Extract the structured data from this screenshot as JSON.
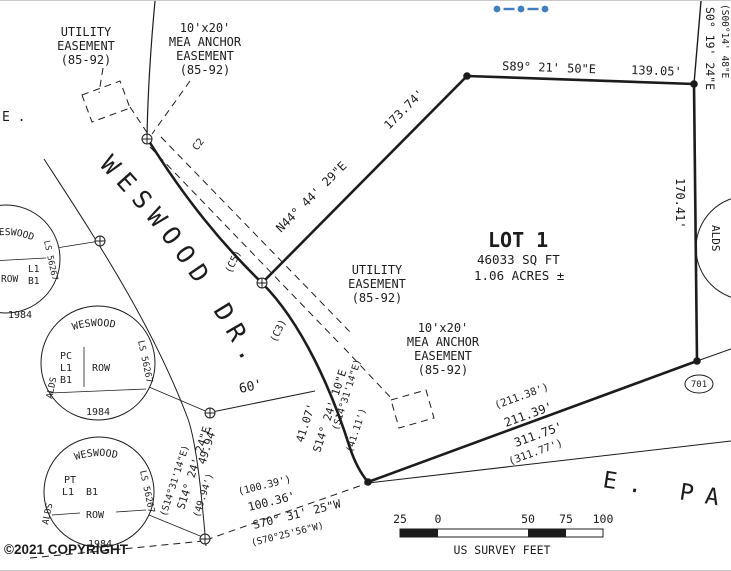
{
  "colors": {
    "ink": "#1c1c1c",
    "annotation_blue": "#3f7fc1",
    "paper": "#ffffff"
  },
  "watermark": {
    "copyright": "©2021 COPYRIGHT"
  },
  "lot": {
    "name": "LOT 1",
    "area_sqft": "46033 SQ FT",
    "area_acres": "1.06 ACRES ±"
  },
  "streets": {
    "weswood": "WESWOOD  DR.",
    "east_park_partial": "E. PA",
    "width_label": "60'",
    "left_fragment": "E ."
  },
  "easements": {
    "utility_top": {
      "l1": "UTILITY",
      "l2": "EASEMENT",
      "l3": "(85-92)"
    },
    "anchor_top": {
      "l1": "10'x20'",
      "l2": "MEA ANCHOR",
      "l3": "EASEMENT",
      "l4": "(85-92)"
    },
    "utility_mid": {
      "l1": "UTILITY",
      "l2": "EASEMENT",
      "l3": "(85-92)"
    },
    "anchor_mid": {
      "l1": "10'x20'",
      "l2": "MEA ANCHOR",
      "l3": "EASEMENT",
      "l4": "(85-92)"
    }
  },
  "dimensions": {
    "north_line": {
      "bearing": "S89° 21' 50\"E",
      "distance": "139.05'"
    },
    "nw_line": {
      "bearing": "N44° 44' 29\"E",
      "distance": "173.74'"
    },
    "east_line": {
      "distance": "170.41'"
    },
    "right_edge_bearing": "S0° 19' 24\"E",
    "right_edge_bearing_paren": "(S00°14' 48\"E",
    "south_line": {
      "d1_paren": "(211.38')",
      "d1": "211.39'",
      "d2": "311.75'",
      "d2_paren": "(311.77')"
    },
    "curve_a": {
      "bearing": "S14° 24' 10\"E",
      "distance": "41.07'",
      "bearing_paren": "(S14°31'14\"E)",
      "distance_paren": "(41.11')"
    },
    "curve_b": {
      "bearing": "S14° 24' 24\"E",
      "distance": "49.94'",
      "bearing_paren": "(S14°31'14\"E)",
      "distance_paren": "(49.94')"
    },
    "sw_line": {
      "bearing": "S70° 31' 25\"W",
      "bearing_paren": "(S70°25'56\"W)",
      "distance": "100.36'",
      "distance_paren": "(100.39')"
    },
    "curve_tags": {
      "t1": "C2",
      "t2": "(C5)",
      "t3": "(C3)"
    }
  },
  "monuments": {
    "detail_1": {
      "street": "WESWOOD",
      "row": "ROW",
      "lot": "L1",
      "block": "B1",
      "ls": "LS 56267",
      "year": "1984"
    },
    "detail_2": {
      "street": "WESWOOD",
      "point": "PC",
      "lot": "L1",
      "block": "B1",
      "row": "ROW",
      "alds": "ALDS",
      "ls": "LS 56267",
      "year": "1984"
    },
    "detail_3": {
      "street": "WESWOOD",
      "point": "PT",
      "lot": "L1",
      "block": "B1",
      "row": "ROW",
      "alds": "ALDS",
      "ls": "LS 56267",
      "year": "1984"
    },
    "detail_right": {
      "alds": "ALDS"
    },
    "ref_marker": "701"
  },
  "scale_bar": {
    "t25": "25",
    "t0": "0",
    "t50": "50",
    "t75": "75",
    "t100": "100",
    "caption": "US SURVEY FEET"
  }
}
